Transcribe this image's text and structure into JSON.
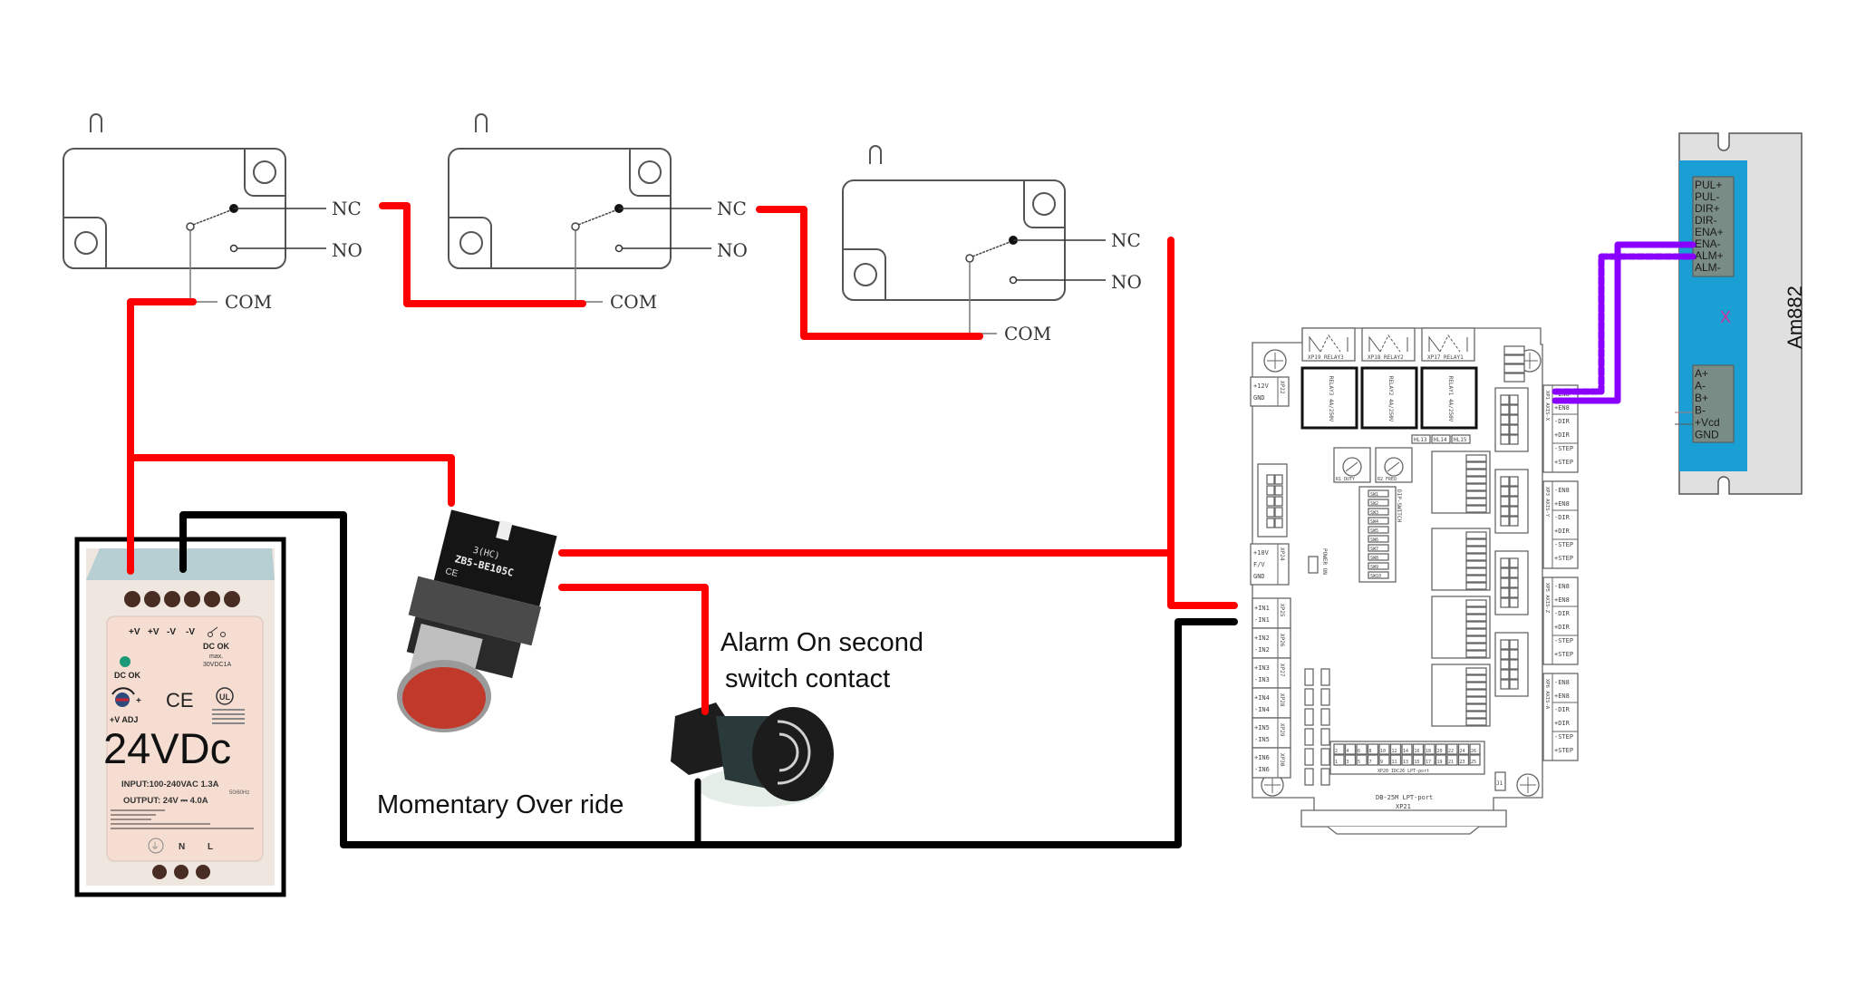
{
  "diagram": {
    "title": "Limit switch series loop with momentary override and alarm wiring",
    "wire_colors": {
      "positive": "#ff0000",
      "ground": "#000000",
      "enable_signal": "#8a00ff"
    }
  },
  "limit_switches": [
    {
      "id": "switch-1",
      "nc_label": "NC",
      "no_label": "NO",
      "com_label": "COM"
    },
    {
      "id": "switch-2",
      "nc_label": "NC",
      "no_label": "NO",
      "com_label": "COM"
    },
    {
      "id": "switch-3",
      "nc_label": "NC",
      "no_label": "NO",
      "com_label": "COM"
    }
  ],
  "power_supply": {
    "terminal_labels": [
      "+V",
      "+V",
      "-V",
      "-V"
    ],
    "dc_ok_contact": "DC OK",
    "dc_ok_rating_1": "max.",
    "dc_ok_rating_2": "30VDC1A",
    "led_label": "DC OK",
    "adj_label": "+V ADJ",
    "ce_mark": "CE",
    "voltage_label": "24VDc",
    "input_label": "INPUT:100-240VAC  1.3A",
    "freq_label": "50/60Hz",
    "output_label": "OUTPUT:  24V ⎓  4.0A",
    "ac_labels": [
      "⏚",
      "N",
      "L"
    ],
    "led_color": "#1a9a78"
  },
  "pushbutton": {
    "model": "ZB5-BE105C",
    "contact": "3(HC)",
    "ce_mark": "CE",
    "caption": "Momentary Over ride"
  },
  "alarm": {
    "caption_line1": "Alarm On second",
    "caption_line2": "switch contact"
  },
  "controller_board": {
    "relays": [
      {
        "header": "XP17 RELAY1",
        "body": "RELAY1 4A/250V"
      },
      {
        "header": "XP18 RELAY2",
        "body": "RELAY2 4A/250V"
      },
      {
        "header": "XP19 RELAY3",
        "body": "RELAY3 4A/250V"
      }
    ],
    "led_labels": [
      "HL13",
      "HL14",
      "HL15"
    ],
    "pots": [
      "R1 DUTY",
      "R2 FREQ"
    ],
    "dip_switch_label": "DIP-SWITCH",
    "dip_switches": [
      "SW1",
      "SW2",
      "SW3",
      "SW4",
      "SW5",
      "SW6",
      "SW7",
      "SW8",
      "SW9",
      "SW10"
    ],
    "power_led_label": "POWER ON",
    "power_connectors": [
      {
        "name": "XP22",
        "pins": [
          "+12V",
          "GND"
        ]
      },
      {
        "name": "XP24",
        "pins": [
          "+10V",
          "F/V",
          "GND"
        ]
      }
    ],
    "input_connectors": [
      {
        "name": "XP25",
        "pins": [
          "+IN1",
          "-IN1"
        ]
      },
      {
        "name": "XP26",
        "pins": [
          "+IN2",
          "-IN2"
        ]
      },
      {
        "name": "XP27",
        "pins": [
          "+IN3",
          "-IN3"
        ]
      },
      {
        "name": "XP28",
        "pins": [
          "+IN4",
          "-IN4"
        ]
      },
      {
        "name": "XP29",
        "pins": [
          "+IN5",
          "-IN5"
        ]
      },
      {
        "name": "XP30",
        "pins": [
          "+IN6",
          "-IN6"
        ]
      }
    ],
    "axis_connectors": [
      {
        "name": "XP1 AXIS-X",
        "pins": [
          "-EN8",
          "+EN8",
          "-DIR",
          "+DIR",
          "-STEP",
          "+STEP"
        ]
      },
      {
        "name": "XP3 AXIS-Y",
        "pins": [
          "-EN8",
          "+EN8",
          "-DIR",
          "+DIR",
          "-STEP",
          "+STEP"
        ]
      },
      {
        "name": "XP5 AXIS-Z",
        "pins": [
          "-EN8",
          "+EN8",
          "-DIR",
          "+DIR",
          "-STEP",
          "+STEP"
        ]
      },
      {
        "name": "XP6 AXIS-A",
        "pins": [
          "-EN8",
          "+EN8",
          "-DIR",
          "+DIR",
          "-STEP",
          "+STEP"
        ]
      }
    ],
    "lpt_header": "XP20  IDC26 LPT-port",
    "lpt_pins_top": [
      "2",
      "4",
      "6",
      "8",
      "10",
      "12",
      "14",
      "16",
      "18",
      "20",
      "22",
      "24",
      "26"
    ],
    "lpt_pins_bottom": [
      "1",
      "3",
      "5",
      "7",
      "9",
      "11",
      "13",
      "15",
      "17",
      "19",
      "21",
      "23",
      "25"
    ],
    "db25_label_1": "DB-25M LPT-port",
    "db25_label_2": "XP21",
    "jumper_label": "J1"
  },
  "driver": {
    "model": "Am882",
    "control_pins": [
      "PUL+",
      "PUL-",
      "DIR+",
      "DIR-",
      "ENA+",
      "ENA-",
      "ALM+",
      "ALM-"
    ],
    "power_pins": [
      "A+",
      "A-",
      "B+",
      "B-",
      "+Vcd",
      "GND"
    ],
    "center_mark": "X",
    "body_color": "#1a9fd4",
    "case_color": "#e0e0e0",
    "terminal_color": "#7a8c86"
  }
}
